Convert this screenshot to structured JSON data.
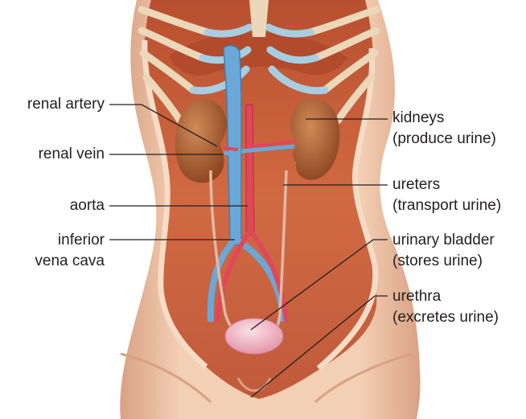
{
  "labels": {
    "renal_artery": "renal artery",
    "renal_vein": "renal vein",
    "aorta": "aorta",
    "inferior_vena_cava_line1": "inferior",
    "inferior_vena_cava_line2": "vena cava",
    "kidneys_line1": "kidneys",
    "kidneys_line2": "(produce urine)",
    "ureters_line1": "ureters",
    "ureters_line2": "(transport urine)",
    "bladder_line1": "urinary bladder",
    "bladder_line2": "(stores urine)",
    "urethra_line1": "urethra",
    "urethra_line2": "(excretes urine)"
  },
  "colors": {
    "skin": "#efc6a8",
    "skin_shadow": "#d9a183",
    "muscle": "#c8603a",
    "muscle_dark": "#a2432a",
    "rib_bone": "#ead8b8",
    "cartilage": "#a7cde0",
    "kidney": "#a65a2c",
    "vein_blue": "#6aa8d8",
    "artery_red": "#e0485a",
    "bladder": "#f1b3c3",
    "leader_line": "#231f20"
  }
}
